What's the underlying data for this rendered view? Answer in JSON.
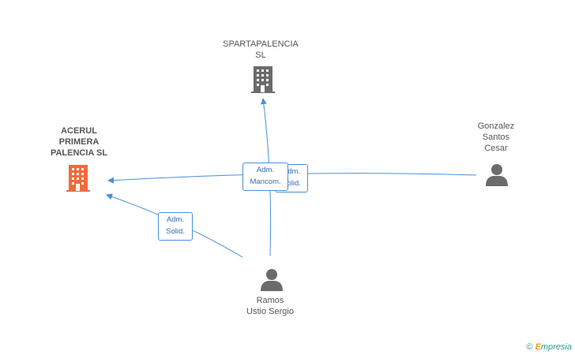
{
  "nodes": {
    "spartapalencia": {
      "label": "SPARTAPALENCIA\nSL",
      "icon": "building-icon",
      "color": "#6b6b6b"
    },
    "acerul": {
      "label": "ACERUL\nPRIMERA\nPALENCIA SL",
      "icon": "building-icon",
      "color": "#f26a3c"
    },
    "gonzalez": {
      "label": "Gonzalez\nSantos\nCesar",
      "icon": "person-icon",
      "color": "#6b6b6b"
    },
    "ramos": {
      "label": "Ramos\nUstio Sergio",
      "icon": "person-icon",
      "color": "#6b6b6b"
    }
  },
  "edges": {
    "mancom": {
      "label": "Adm.\nMancom."
    },
    "solid_back": {
      "label": "Adm.\nSolid."
    },
    "solid_ramos": {
      "label": "Adm.\nSolid."
    }
  },
  "colors": {
    "edge": "#4a90d9"
  },
  "copyright": {
    "symbol": "©",
    "brand_first": "E",
    "brand_rest": "mpresia"
  }
}
